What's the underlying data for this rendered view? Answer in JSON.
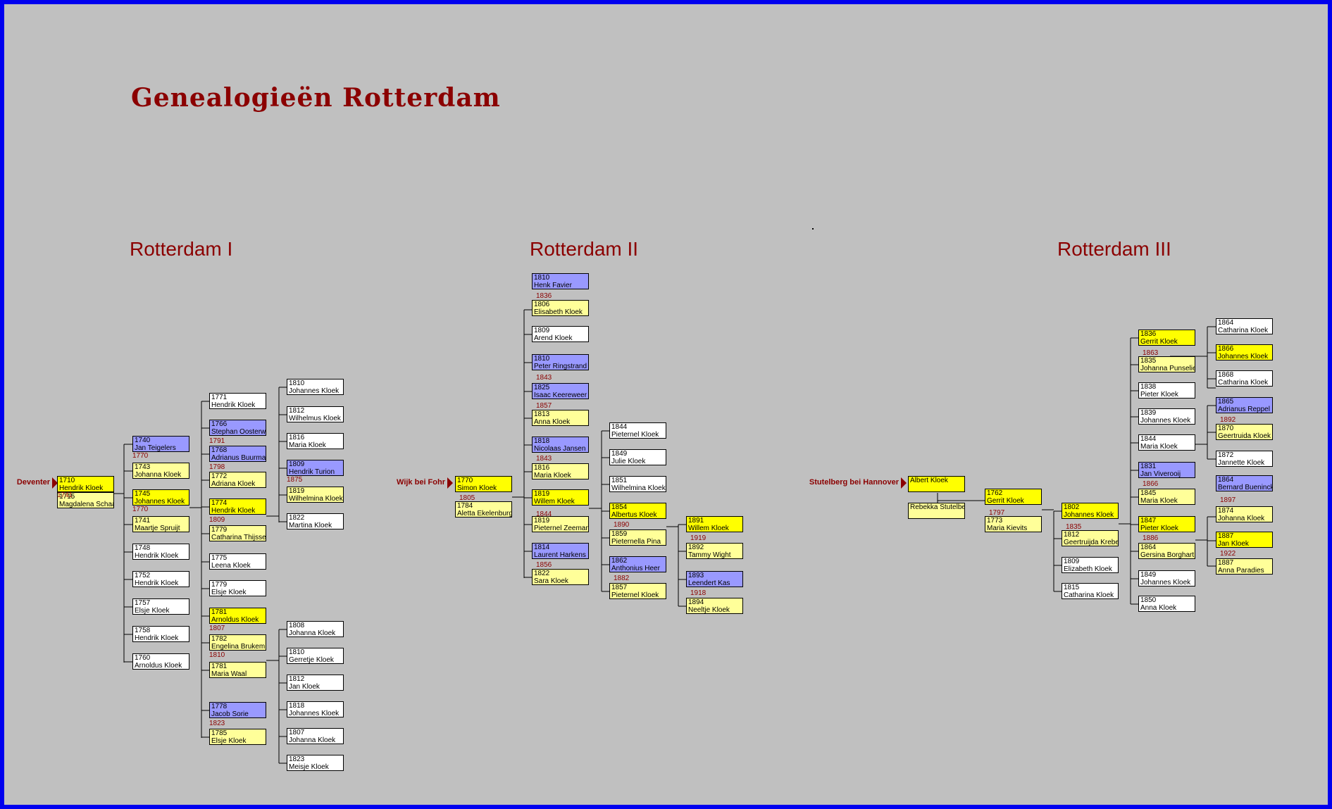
{
  "title": "Genealogieën Rotterdam",
  "colors": {
    "page_border": "#0000ee",
    "background": "#c0c0c0",
    "accent": "#8b0000",
    "box_white": "#ffffff",
    "box_yellow": "#ffff00",
    "box_cream": "#ffff99",
    "box_blue": "#9999ff"
  },
  "sections": [
    {
      "label": "Rotterdam I",
      "origin": "Deventer",
      "people": [
        {
          "year": "1710",
          "name": "Hendrik Kloek",
          "type": "yellow"
        },
        {
          "year": "1715",
          "name": "Magdalena Schaap",
          "type": "cream"
        },
        {
          "year": "1740",
          "name": "Jan Teigelers",
          "type": "blue"
        },
        {
          "year": "1743",
          "name": "Johanna Kloek",
          "type": "cream"
        },
        {
          "year": "1745",
          "name": "Johannes Kloek",
          "type": "yellow"
        },
        {
          "year": "1741",
          "name": "Maartje Spruijt",
          "type": "cream"
        },
        {
          "year": "1748",
          "name": "Hendrik Kloek",
          "type": "white"
        },
        {
          "year": "1752",
          "name": "Hendrik Kloek",
          "type": "white"
        },
        {
          "year": "1757",
          "name": "Elsje Kloek",
          "type": "white"
        },
        {
          "year": "1758",
          "name": "Hendrik Kloek",
          "type": "white"
        },
        {
          "year": "1760",
          "name": "Arnoldus Kloek",
          "type": "white"
        },
        {
          "year": "1771",
          "name": "Hendrik Kloek",
          "type": "white"
        },
        {
          "year": "1766",
          "name": "Stephan Oosterwijk",
          "type": "blue"
        },
        {
          "year": "1768",
          "name": "Adrianus Buurman",
          "type": "blue"
        },
        {
          "year": "1772",
          "name": "Adriana Kloek",
          "type": "cream"
        },
        {
          "year": "1774",
          "name": "Hendrik Kloek",
          "type": "yellow"
        },
        {
          "year": "1779",
          "name": "Catharina Thijssen",
          "type": "cream"
        },
        {
          "year": "1775",
          "name": "Leena Kloek",
          "type": "white"
        },
        {
          "year": "1779",
          "name": "Elsje Kloek",
          "type": "white"
        },
        {
          "year": "1781",
          "name": "Arnoldus Kloek",
          "type": "yellow"
        },
        {
          "year": "1782",
          "name": "Engelina Brukem",
          "type": "cream"
        },
        {
          "year": "1781",
          "name": "Maria Waal",
          "type": "cream"
        },
        {
          "year": "1778",
          "name": "Jacob Sorie",
          "type": "blue"
        },
        {
          "year": "1785",
          "name": "Elsje Kloek",
          "type": "cream"
        },
        {
          "year": "1810",
          "name": "Johannes Kloek",
          "type": "white"
        },
        {
          "year": "1812",
          "name": "Wilhelmus Kloek",
          "type": "white"
        },
        {
          "year": "1816",
          "name": "Maria Kloek",
          "type": "white"
        },
        {
          "year": "1809",
          "name": "Hendrik Turion",
          "type": "blue"
        },
        {
          "year": "1819",
          "name": "Wilhelmina Kloek",
          "type": "cream"
        },
        {
          "year": "1822",
          "name": "Martina Kloek",
          "type": "white"
        },
        {
          "year": "1808",
          "name": "Johanna Kloek",
          "type": "white"
        },
        {
          "year": "1810",
          "name": "Gerretje Kloek",
          "type": "white"
        },
        {
          "year": "1812",
          "name": "Jan Kloek",
          "type": "white"
        },
        {
          "year": "1818",
          "name": "Johannes Kloek",
          "type": "white"
        },
        {
          "year": "1807",
          "name": "Johanna Kloek",
          "type": "white"
        },
        {
          "year": "1823",
          "name": "Meisje Kloek",
          "type": "white"
        }
      ],
      "marriages": [
        "1741",
        "1770",
        "1770",
        "1791",
        "1798",
        "1809",
        "1807",
        "1810",
        "1823",
        "1875"
      ]
    },
    {
      "label": "Rotterdam II",
      "origin": "Wijk bei Fohr",
      "people": [
        {
          "year": "1770",
          "name": "Simon Kloek",
          "type": "yellow"
        },
        {
          "year": "1784",
          "name": "Aletta Ekelenburg",
          "type": "cream"
        },
        {
          "year": "1810",
          "name": "Henk Favier",
          "type": "blue"
        },
        {
          "year": "1806",
          "name": "Elisabeth Kloek",
          "type": "cream"
        },
        {
          "year": "1809",
          "name": "Arend Kloek",
          "type": "white"
        },
        {
          "year": "1810",
          "name": "Peter Ringstrand",
          "type": "blue"
        },
        {
          "year": "1825",
          "name": "Isaac Keereweer",
          "type": "blue"
        },
        {
          "year": "1813",
          "name": "Anna Kloek",
          "type": "cream"
        },
        {
          "year": "1818",
          "name": "Nicolaas Jansen",
          "type": "blue"
        },
        {
          "year": "1816",
          "name": "Maria Kloek",
          "type": "cream"
        },
        {
          "year": "1819",
          "name": "Willem Kloek",
          "type": "yellow"
        },
        {
          "year": "1819",
          "name": "Pieternel Zeeman",
          "type": "cream"
        },
        {
          "year": "1814",
          "name": "Laurent Harkens",
          "type": "blue"
        },
        {
          "year": "1822",
          "name": "Sara Kloek",
          "type": "cream"
        },
        {
          "year": "1844",
          "name": "Pieternel Kloek",
          "type": "white"
        },
        {
          "year": "1849",
          "name": "Julie Kloek",
          "type": "white"
        },
        {
          "year": "1851",
          "name": "Wilhelmina Kloek",
          "type": "white"
        },
        {
          "year": "1854",
          "name": "Albertus Kloek",
          "type": "yellow"
        },
        {
          "year": "1859",
          "name": "Pieternella Pina",
          "type": "cream"
        },
        {
          "year": "1862",
          "name": "Anthonius Heer",
          "type": "blue"
        },
        {
          "year": "1857",
          "name": "Pieternel Kloek",
          "type": "cream"
        },
        {
          "year": "1891",
          "name": "Willem Kloek",
          "type": "yellow"
        },
        {
          "year": "1892",
          "name": "Tammy Wight",
          "type": "cream"
        },
        {
          "year": "1893",
          "name": "Leendert Kas",
          "type": "blue"
        },
        {
          "year": "1894",
          "name": "Neeltje Kloek",
          "type": "cream"
        }
      ],
      "marriages": [
        "1805",
        "1836",
        "1843",
        "1857",
        "1843",
        "1844",
        "1856",
        "1890",
        "1882",
        "1919",
        "1918"
      ]
    },
    {
      "label": "Rotterdam III",
      "origin": "Stutelberg bei Hannover",
      "people": [
        {
          "year": "",
          "name": "Albert Kloek",
          "type": "yellow"
        },
        {
          "year": "",
          "name": "Rebekka Stutelberg",
          "type": "cream"
        },
        {
          "year": "1762",
          "name": "Gerrit Kloek",
          "type": "yellow"
        },
        {
          "year": "1773",
          "name": "Maria Kievits",
          "type": "cream"
        },
        {
          "year": "1802",
          "name": "Johannes Kloek",
          "type": "yellow"
        },
        {
          "year": "1812",
          "name": "Geertruijda Kreber",
          "type": "cream"
        },
        {
          "year": "1809",
          "name": "Elizabeth Kloek",
          "type": "white"
        },
        {
          "year": "1815",
          "name": "Catharina Kloek",
          "type": "white"
        },
        {
          "year": "1836",
          "name": "Gerrit Kloek",
          "type": "yellow"
        },
        {
          "year": "1835",
          "name": "Johanna Punselie",
          "type": "cream"
        },
        {
          "year": "1838",
          "name": "Pieter Kloek",
          "type": "white"
        },
        {
          "year": "1839",
          "name": "Johannes Kloek",
          "type": "white"
        },
        {
          "year": "1844",
          "name": "Maria Kloek",
          "type": "white"
        },
        {
          "year": "1831",
          "name": "Jan Viverooij",
          "type": "blue"
        },
        {
          "year": "1845",
          "name": "Maria Kloek",
          "type": "cream"
        },
        {
          "year": "1847",
          "name": "Pieter Kloek",
          "type": "yellow"
        },
        {
          "year": "1864",
          "name": "Gersina Borghart",
          "type": "cream"
        },
        {
          "year": "1849",
          "name": "Johannes Kloek",
          "type": "white"
        },
        {
          "year": "1850",
          "name": "Anna Kloek",
          "type": "white"
        },
        {
          "year": "1864",
          "name": "Catharina Kloek",
          "type": "white"
        },
        {
          "year": "1866",
          "name": "Johannes Kloek",
          "type": "yellow"
        },
        {
          "year": "1868",
          "name": "Catharina Kloek",
          "type": "white"
        },
        {
          "year": "1865",
          "name": "Adrianus Reppel",
          "type": "blue"
        },
        {
          "year": "1870",
          "name": "Geertruida Kloek",
          "type": "cream"
        },
        {
          "year": "1872",
          "name": "Jannette Kloek",
          "type": "white"
        },
        {
          "year": "1864",
          "name": "Bernard Bueninck",
          "type": "blue"
        },
        {
          "year": "1874",
          "name": "Johanna Kloek",
          "type": "cream"
        },
        {
          "year": "1887",
          "name": "Jan Kloek",
          "type": "yellow"
        },
        {
          "year": "1887",
          "name": "Anna Paradies",
          "type": "cream"
        }
      ],
      "marriages": [
        "1797",
        "1835",
        "1863",
        "1866",
        "1886",
        "1892",
        "1897",
        "1922"
      ]
    }
  ]
}
